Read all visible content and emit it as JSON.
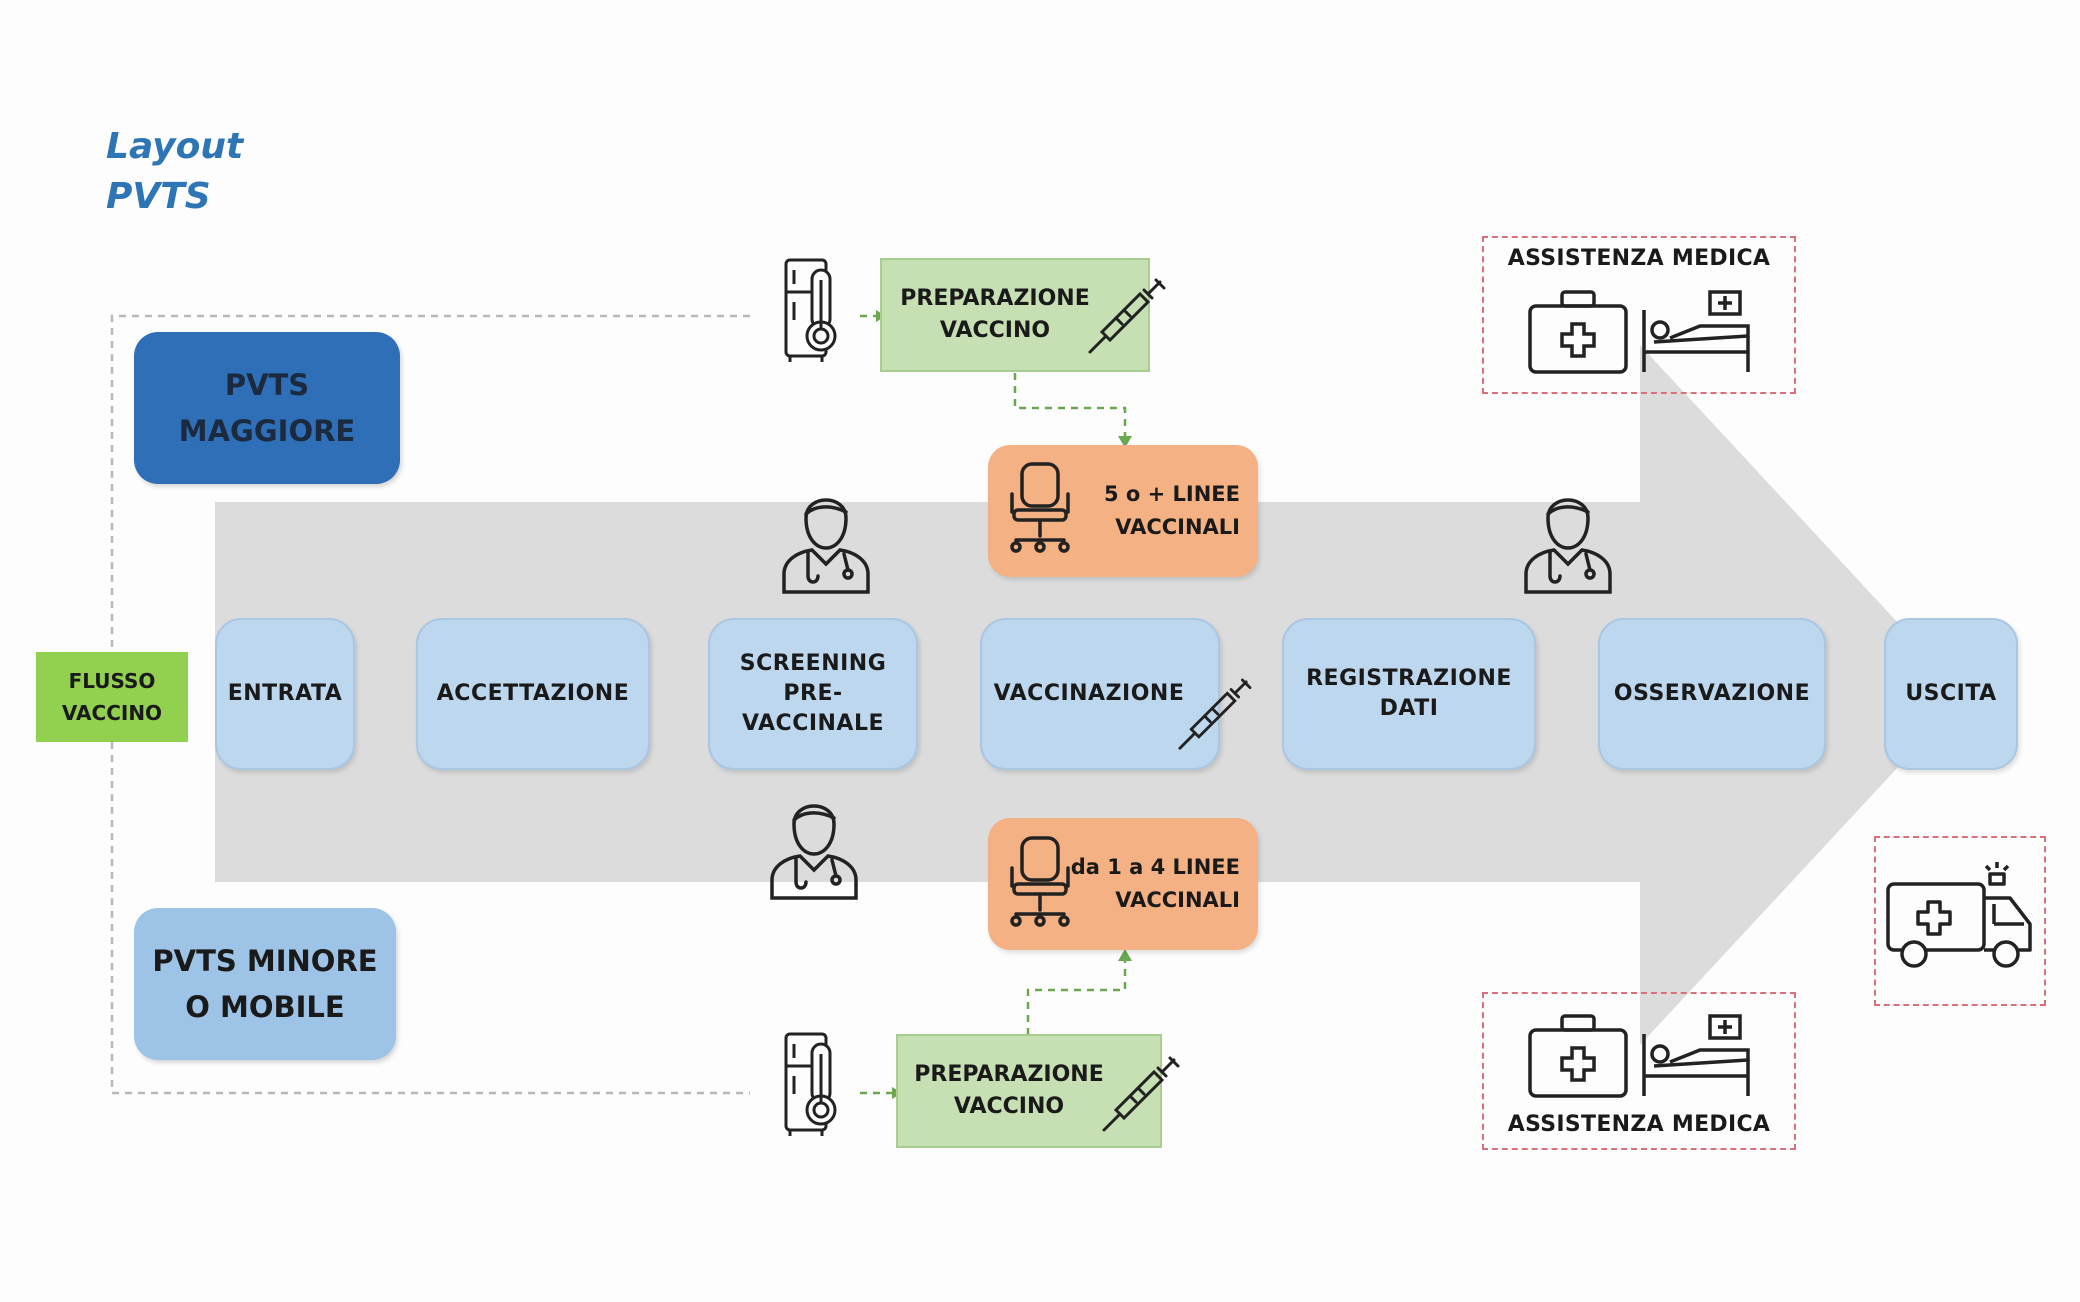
{
  "title": {
    "line1": "Layout",
    "line2": "PVTS"
  },
  "pvts_maggiore": {
    "line1": "PVTS",
    "line2": "MAGGIORE"
  },
  "pvts_minore": {
    "line1": "PVTS MINORE",
    "line2": "O MOBILE"
  },
  "flusso_vaccino": {
    "line1": "FLUSSO",
    "line2": "VACCINO"
  },
  "steps": {
    "entrata": "ENTRATA",
    "accettazione": "ACCETTAZIONE",
    "screening": {
      "line1": "SCREENING",
      "line2": "PRE-",
      "line3": "VACCINALE"
    },
    "vaccinazione": "VACCINAZIONE",
    "registrazione": {
      "line1": "REGISTRAZIONE",
      "line2": "DATI"
    },
    "osservazione": "OSSERVAZIONE",
    "uscita": "USCITA"
  },
  "preparazione_top": {
    "line1": "PREPARAZIONE",
    "line2": "VACCINO"
  },
  "preparazione_bottom": {
    "line1": "PREPARAZIONE",
    "line2": "VACCINO"
  },
  "linee_top": {
    "line1": "5 o + LINEE",
    "line2": "VACCINALI"
  },
  "linee_bottom": {
    "line1": "da 1 a 4 LINEE",
    "line2": "VACCINALI"
  },
  "assistenza_top": "ASSISTENZA MEDICA",
  "assistenza_bottom": "ASSISTENZA MEDICA",
  "colors": {
    "flow_arrow": "#dcdcdc",
    "step_fill": "#bdd7ee",
    "pvts_maggiore_fill": "#2e6fb7",
    "pvts_minore_fill": "#9dc3e6",
    "prep_fill": "#c6e0b4",
    "flusso_fill": "#92d050",
    "lines_fill": "#f4b183",
    "assist_border": "#d9707a",
    "title": "#2e75b6"
  },
  "icons": [
    "fridge-thermometer-icon",
    "syringe-icon",
    "chair-icon",
    "doctor-icon",
    "medical-kit-icon",
    "hospital-bed-icon",
    "ambulance-icon"
  ]
}
